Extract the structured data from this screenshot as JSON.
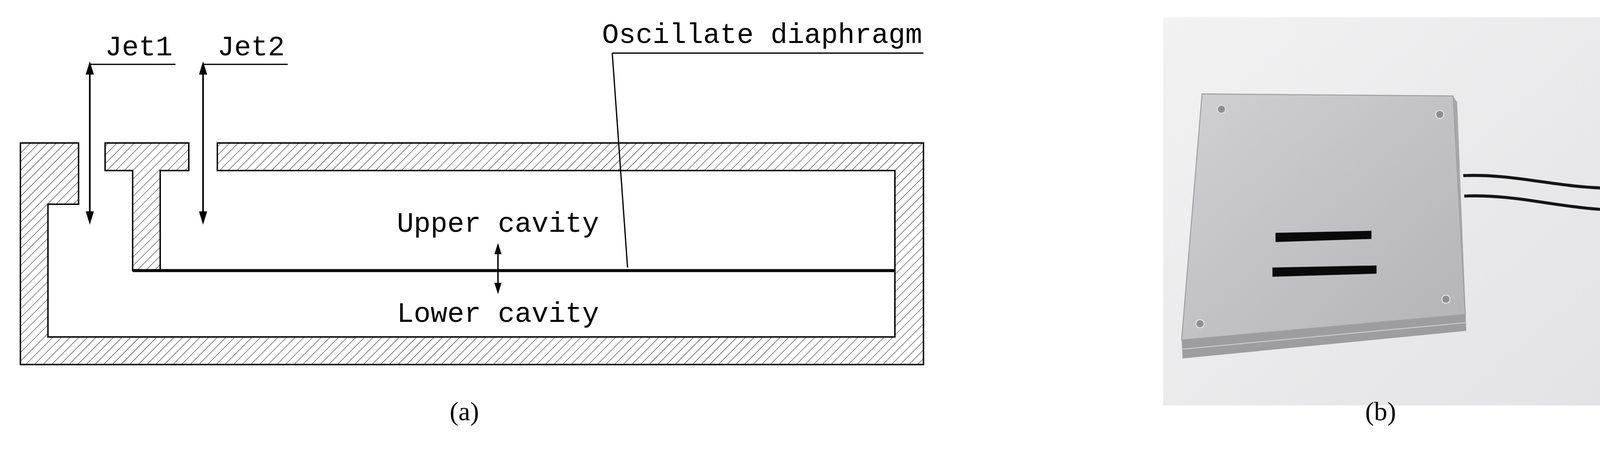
{
  "diagram": {
    "labels": [
      "Jet1",
      "Jet2",
      "Oscillate diaphragm",
      "Upper cavity",
      "Lower cavity",
      "(a)",
      "(b)"
    ]
  }
}
